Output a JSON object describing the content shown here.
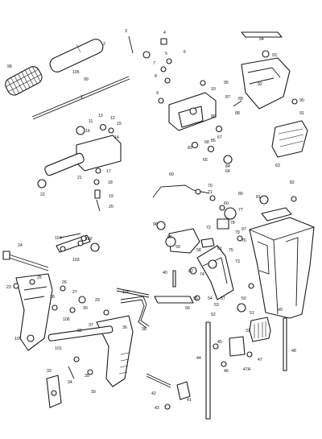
{
  "colors": {
    "ink": "#1a1a1a",
    "paper": "#ffffff"
  },
  "callouts": {
    "c1": "1",
    "c2": "2",
    "c3": "3",
    "c4": "4",
    "c5": "5",
    "c6": "6",
    "c7": "7",
    "c8": "8",
    "c9": "9",
    "c10": "10",
    "c11": "11",
    "c12": "12",
    "c13": "13",
    "c14": "14",
    "c15": "15",
    "c16": "16",
    "c17": "17",
    "c18": "18",
    "c19": "19",
    "c20": "20",
    "c21": "21",
    "c22": "22",
    "c23": "23",
    "c24": "24",
    "c25": "25",
    "c26": "26",
    "c27": "27",
    "c28": "28",
    "c29": "29",
    "c30": "30",
    "c31": "31",
    "c32": "32",
    "c33": "33",
    "c34": "34",
    "c35": "35",
    "c36": "36",
    "c37": "37",
    "c38": "38",
    "c39": "39",
    "c40": "40",
    "c41": "41",
    "c42": "42",
    "c43": "43",
    "c44": "44",
    "c45": "45",
    "c46": "46",
    "c47a": "47A",
    "c47": "47",
    "c48": "48",
    "c49": "49",
    "c50": "50",
    "c51": "51",
    "c52": "52",
    "c53": "53",
    "c54": "54",
    "c55": "55",
    "c56": "56",
    "c57": "57",
    "c58": "58",
    "c59": "59",
    "c60": "60",
    "c61": "61",
    "c62": "62",
    "c63": "63",
    "c64": "64",
    "c65": "65",
    "c66": "66",
    "c67": "67",
    "c68": "68",
    "c69": "69",
    "c70": "70",
    "c71": "71",
    "c72": "72",
    "c73": "73",
    "c74": "74",
    "c75": "75",
    "c76": "76",
    "c77": "77",
    "c78": "78",
    "c79": "79",
    "c80": "80",
    "c81": "81",
    "c82": "82",
    "c83": "83",
    "c84": "84",
    "c85": "85",
    "c86": "86",
    "c87": "87",
    "c88": "88",
    "c89": "89",
    "c90": "90",
    "c91": "91",
    "c92": "92",
    "c93": "93",
    "c94": "94",
    "c95": "95",
    "c96": "96",
    "c97": "97",
    "c98": "98",
    "c99": "99",
    "c100": "100",
    "c101": "101",
    "c102": "102",
    "c103": "103",
    "c104": "104",
    "c105": "105",
    "c106": "106",
    "c107": "107"
  }
}
